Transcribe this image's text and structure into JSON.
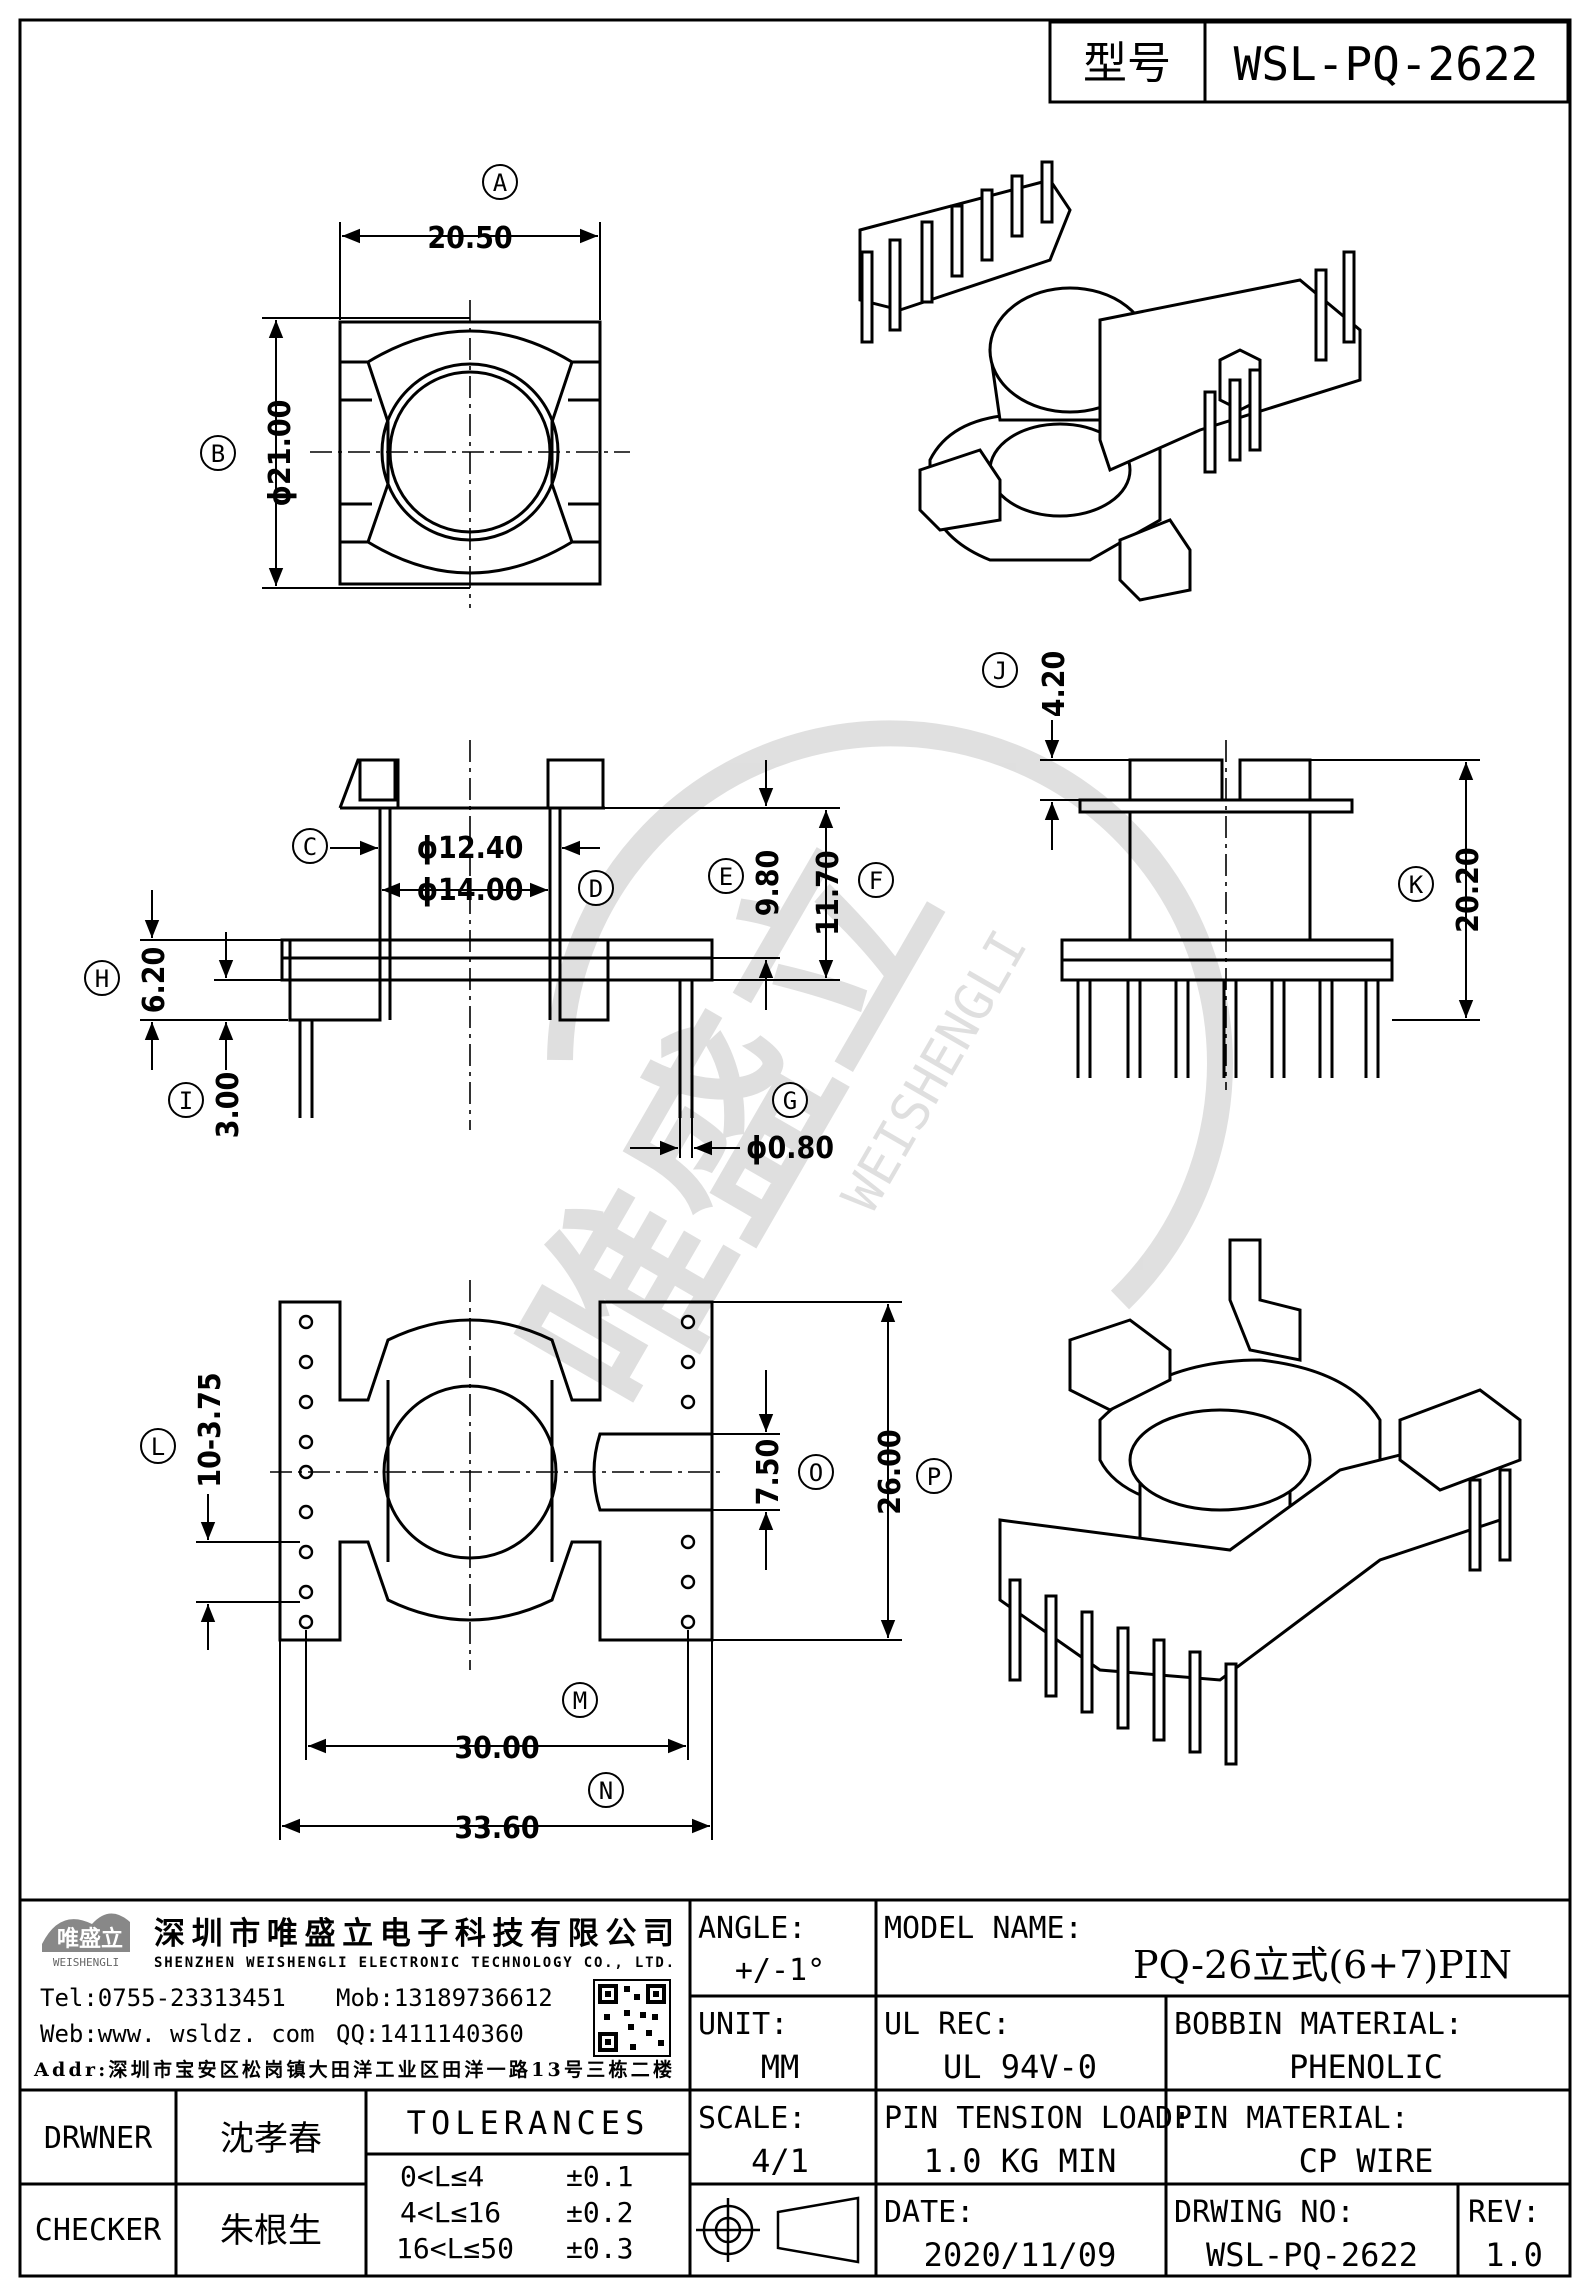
{
  "header": {
    "type_label": "型号",
    "part_number": "WSL-PQ-2622"
  },
  "watermark": {
    "brand": "唯盛立",
    "brand_en": "WEISHENGLI"
  },
  "dimensions": {
    "A": {
      "tag": "A",
      "value": "20.50"
    },
    "B": {
      "tag": "B",
      "value": "ϕ21.00"
    },
    "C": {
      "tag": "C",
      "value": "ϕ12.40"
    },
    "D": {
      "tag": "D",
      "value": "ϕ14.00"
    },
    "E": {
      "tag": "E",
      "value": "9.80"
    },
    "F": {
      "tag": "F",
      "value": "11.70"
    },
    "G": {
      "tag": "G",
      "value": "ϕ0.80"
    },
    "H": {
      "tag": "H",
      "value": "6.20"
    },
    "I": {
      "tag": "I",
      "value": "3.00"
    },
    "J": {
      "tag": "J",
      "value": "4.20"
    },
    "K": {
      "tag": "K",
      "value": "20.20"
    },
    "L": {
      "tag": "L",
      "value": "10-3.75"
    },
    "M": {
      "tag": "M",
      "value": "30.00"
    },
    "N": {
      "tag": "N",
      "value": "33.60"
    },
    "O": {
      "tag": "O",
      "value": "7.50"
    },
    "P": {
      "tag": "P",
      "value": "26.00"
    }
  },
  "company": {
    "logo_text": "唯盛立",
    "logo_sub": "WEISHENGLI",
    "name_cn": "深圳市唯盛立电子科技有限公司",
    "name_en": "SHENZHEN WEISHENGLI ELECTRONIC TECHNOLOGY CO., LTD.",
    "tel": "Tel:0755-23313451",
    "mob": "Mob:13189736612",
    "web": "Web:www. wsldz. com",
    "qq": "QQ:1411140360",
    "addr": "Addr:深圳市宝安区松岗镇大田洋工业区田洋一路13号三栋二楼"
  },
  "title_block": {
    "angle_label": "ANGLE:",
    "angle_value": "+/-1°",
    "model_label": "MODEL NAME:",
    "model_value": "PQ-26立式(6+7)PIN",
    "unit_label": "UNIT:",
    "unit_value": "MM",
    "ul_label": "UL REC:",
    "ul_value": "UL 94V-0",
    "bobbin_label": "BOBBIN MATERIAL:",
    "bobbin_value": "PHENOLIC",
    "scale_label": "SCALE:",
    "scale_value": "4/1",
    "tension_label": "PIN TENSION LOAD:",
    "tension_value": "1.0 KG MIN",
    "pin_label": "PIN MATERIAL:",
    "pin_value": "CP WIRE",
    "date_label": "DATE:",
    "date_value": "2020/11/09",
    "dwg_label": "DRWING NO:",
    "dwg_value": "WSL-PQ-2622",
    "rev_label": "REV:",
    "rev_value": "1.0",
    "drawer_label": "DRWNER",
    "drawer_value": "沈孝春",
    "checker_label": "CHECKER",
    "checker_value": "朱根生",
    "tol_title": "TOLERANCES",
    "tol_rows": [
      {
        "range": "0<L≤4",
        "tol": "±0.1"
      },
      {
        "range": "4<L≤16",
        "tol": "±0.2"
      },
      {
        "range": "16<L≤50",
        "tol": "±0.3"
      }
    ]
  }
}
